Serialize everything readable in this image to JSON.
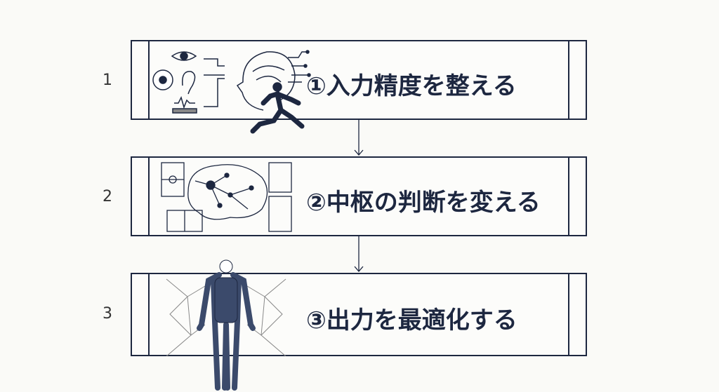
{
  "steps": [
    {
      "number": "1",
      "label": "①入力精度を整える",
      "illustration": "senses-brain-runner"
    },
    {
      "number": "2",
      "label": "②中枢の判断を変える",
      "illustration": "brain-tactics-boards"
    },
    {
      "number": "3",
      "label": "③出力を最適化する",
      "illustration": "muscle-body-network"
    }
  ],
  "colors": {
    "ink": "#1d2740",
    "background": "#fafaf7"
  }
}
